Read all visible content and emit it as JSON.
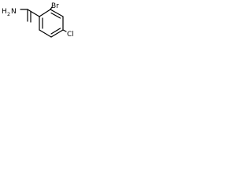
{
  "molecule": {
    "atoms": {
      "amide_nitrogen": {
        "element": "N",
        "hydrogens": "2"
      },
      "bromine": {
        "element": "Br"
      },
      "chlorine": {
        "element": "Cl"
      }
    }
  }
}
